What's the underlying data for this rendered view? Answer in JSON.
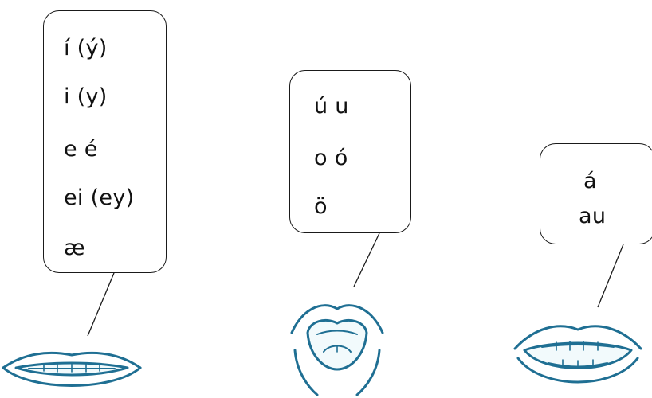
{
  "groups": [
    {
      "name": "spread-lips",
      "lines": [
        "í (ý)",
        "i (y)",
        "e é",
        "ei (ey)",
        "æ"
      ]
    },
    {
      "name": "rounded-lips",
      "lines": [
        "ú u",
        "o ó",
        "ö"
      ]
    },
    {
      "name": "open-mouth",
      "lines": [
        "á",
        "au"
      ]
    }
  ],
  "colors": {
    "mouth_stroke": "#1f6f93",
    "mouth_fill": "#f2fafc",
    "bubble_stroke": "#1a1a1a",
    "text": "#111111"
  }
}
